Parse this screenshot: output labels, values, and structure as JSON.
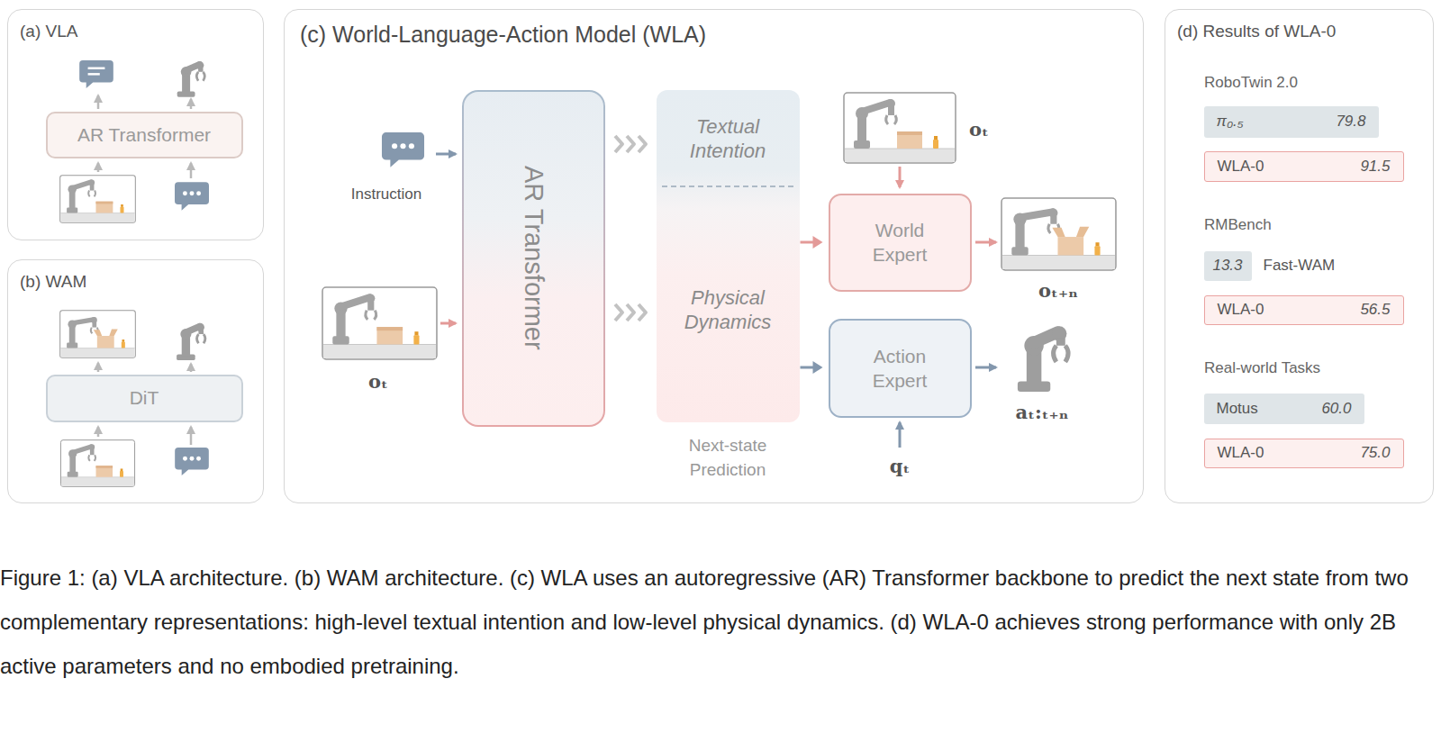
{
  "diagram": {
    "caption": "Figure 1: (a) VLA architecture. (b) WAM architecture. (c) WLA uses an autoregressive (AR) Transformer backbone to predict the next state from two complementary representations: high-level textual intention and low-level physical dynamics. (d) WLA-0 achieves strong performance with only 2B active parameters and no embodied pretraining.",
    "nodes": [
      {
        "text": [
          "(a) VLA"
        ]
      },
      {
        "text": [
          "AR Transformer"
        ],
        "in": 0
      },
      {
        "text": [
          "(b) WAM"
        ]
      },
      {
        "text": [
          "DiT"
        ],
        "in": 2
      },
      {
        "text": [
          "(c) World-Language-Action Model (WLA)"
        ]
      },
      {
        "text": [
          "AR Transformer"
        ],
        "in": 4
      },
      {
        "text": [
          "Textual Intention",
          "Physical Dynamics",
          "Next-state Prediction"
        ],
        "in": 4
      },
      {
        "text": [
          "World Expert"
        ],
        "in": 4
      },
      {
        "text": [
          "Action Expert"
        ],
        "in": 4
      },
      {
        "text": [
          "(d) Results of WLA-0"
        ]
      },
      {
        "text": [
          "π₀.₅",
          "79.8"
        ],
        "in": 9
      },
      {
        "text": [
          "WLA-0",
          "91.5"
        ],
        "in": 9
      },
      {
        "text": [
          "13.3",
          "Fast-WAM"
        ],
        "in": 9
      },
      {
        "text": [
          "WLA-0",
          "56.5"
        ],
        "in": 9
      },
      {
        "text": [
          "Motus",
          "60.0"
        ],
        "in": 9
      },
      {
        "text": [
          "WLA-0",
          "75.0"
        ],
        "in": 9
      }
    ],
    "edges": [
      {
        "from": 5,
        "to": 6,
        "arrow": "to"
      },
      {
        "from": 5,
        "to": 6,
        "arrow": "to"
      },
      {
        "from": 6,
        "to": 7,
        "arrow": "to"
      },
      {
        "from": 6,
        "to": 8,
        "arrow": "to"
      }
    ],
    "labels": [
      "Instruction",
      "oₜ",
      "oₜ",
      "oₜ₊ₙ",
      "aₜ:ₜ₊ₙ",
      "qₜ",
      "RoboTwin 2.0",
      "RMBench",
      "Real-world Tasks"
    ]
  }
}
